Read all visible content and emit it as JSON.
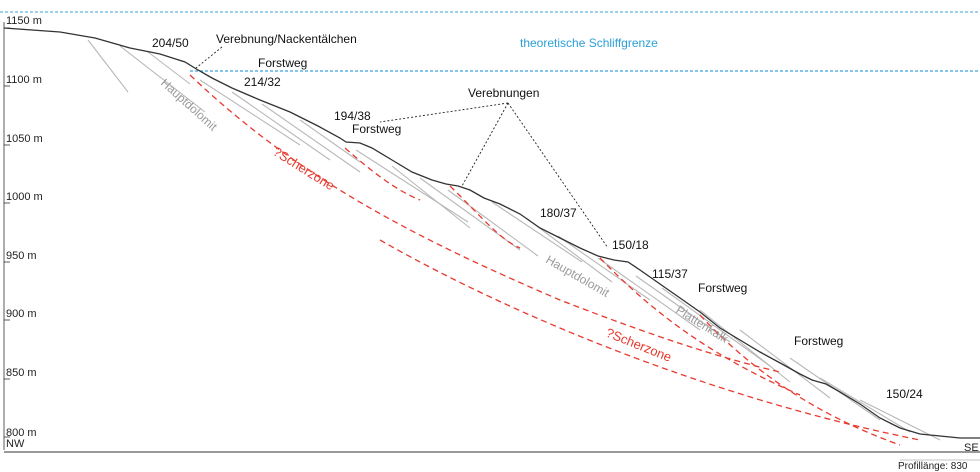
{
  "colors": {
    "terrain": "#333333",
    "strata": "#b8b8b8",
    "shear_zone": "#e8392e",
    "limit_line": "#3aa3dc",
    "callout": "#222222"
  },
  "axis": {
    "ticks": [
      "1150 m",
      "1100 m",
      "1050 m",
      "1000 m",
      "950 m",
      "900 m",
      "850 m",
      "800 m"
    ],
    "left_end": "NW",
    "right_end": "SE",
    "profile_length": "Profillänge: 830"
  },
  "labels": {
    "limit": "theoretische Schliffgrenze",
    "verebnung_nacken": "Verebnung/Nackentälchen",
    "verebnungen": "Verebnungen",
    "forstweg": "Forstweg",
    "scherzone": "?Scherzone",
    "hauptdolomit": "Hauptdolomit",
    "plattenkalk": "Plattenkalk",
    "dip_1": "204/50",
    "dip_2": "214/32",
    "dip_3": "194/38",
    "dip_4": "180/37",
    "dip_5": "150/18",
    "dip_6": "115/37",
    "dip_7": "150/24"
  }
}
